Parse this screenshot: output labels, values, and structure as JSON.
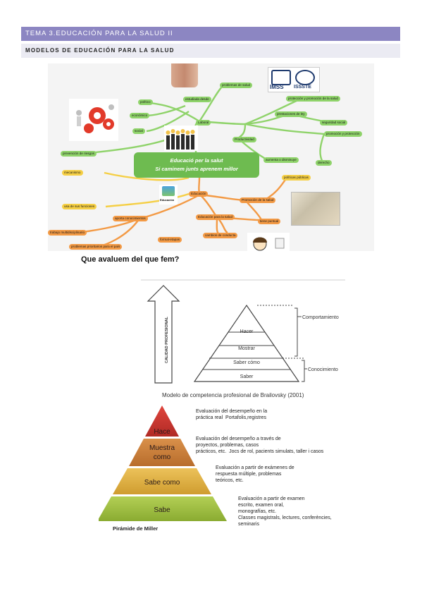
{
  "header": {
    "tema_title": "TEMA 3.EDUCACIÓN PARA LA SALUD II",
    "section_title": "MODELOS DE EDUCACIÓN PARA LA SALUD"
  },
  "mindmap": {
    "center_line1": "Educació per la salut",
    "center_line2": "Si caminem junts  aprenem millor",
    "nodes": {
      "problemas_salud": "problemas de salud",
      "estudiada_desde": "estudiada desde",
      "politico": "político",
      "economico": "económico",
      "social": "social",
      "laboral": "Laboral",
      "prevencion_riesgos": "prevención de riesgos",
      "proteccion_promocion_salud": "protección y promoción de la salud",
      "prestaciones_ley": "prestaciones de ley",
      "seguridad_social": "seguridad social",
      "promocion_proteccion": "promoción y protección",
      "productividad": "Productividad",
      "aumenta_disminuye": "aumenta o disminuye",
      "derecho": "derecho",
      "mecanismo": "mecanismo",
      "educacion": "Educación",
      "usa_funciones": "usa de sus funciones",
      "promocion_salud": "Promoción de la salud",
      "politicas_publicas": "políticas públicas",
      "aporta_conocimientos": "aporta conocimientos",
      "educacion_para_salud": "Educación para la salud",
      "tiene_puntual": "tiene puntual",
      "trabajo_multidisciplinario": "trabajo multidisciplinario",
      "cambios_conducta": "cambios de conducta",
      "formal_etapas": "formal-etapas",
      "problemas_prioritarios": "problemas prioritarios para el país"
    },
    "logo_left": "IMSS",
    "logo_right": "ISSSTE",
    "edu_icon_label": "Educación"
  },
  "section_heading": "Que avaluem del que fem?",
  "brailovsky": {
    "arrow_label": "CALIDAD PROFESIONAL",
    "levels": [
      "Hacer",
      "Mostrar",
      "Saber cómo",
      "Saber"
    ],
    "brace_top": "Comportamiento",
    "brace_bottom": "Conocimiento",
    "caption": "Modelo de competencia profesional de Brailovsky (2001)"
  },
  "miller": {
    "levels": [
      {
        "label": "Hace",
        "color": "#c8312b"
      },
      {
        "label_line1": "Muestra",
        "label_line2": "como",
        "color": "#c77b33"
      },
      {
        "label": "Sabe como",
        "color": "#d9a737"
      },
      {
        "label": "Sabe",
        "color": "#97b83a"
      }
    ],
    "caption": "Pirámide de Miller",
    "desc1_line1": "Evaluación del desempeño en la",
    "desc1_line2": "práctica real",
    "desc1_extra": "Portafolis,registres",
    "desc2_line1": "Evaluación del desempeño a través de",
    "desc2_line2": "proyectos, problemas, casos",
    "desc2_line3": "prácticos, etc.",
    "desc2_extra": "Jocs de rol, pacients simulats, taller i casos",
    "desc3_line1": "Evaluación a partir de exámenes de",
    "desc3_line2": "respuesta múltiple, problemas",
    "desc3_line3": "teóricos, etc.",
    "desc4_line1": "Evaluación a partir de examen",
    "desc4_line2": "escrito, examen oral,",
    "desc4_line3": "monografías, etc.",
    "desc4_extra1": "Classes magistrals, lectures, conferències,",
    "desc4_extra2": "seminaris"
  }
}
